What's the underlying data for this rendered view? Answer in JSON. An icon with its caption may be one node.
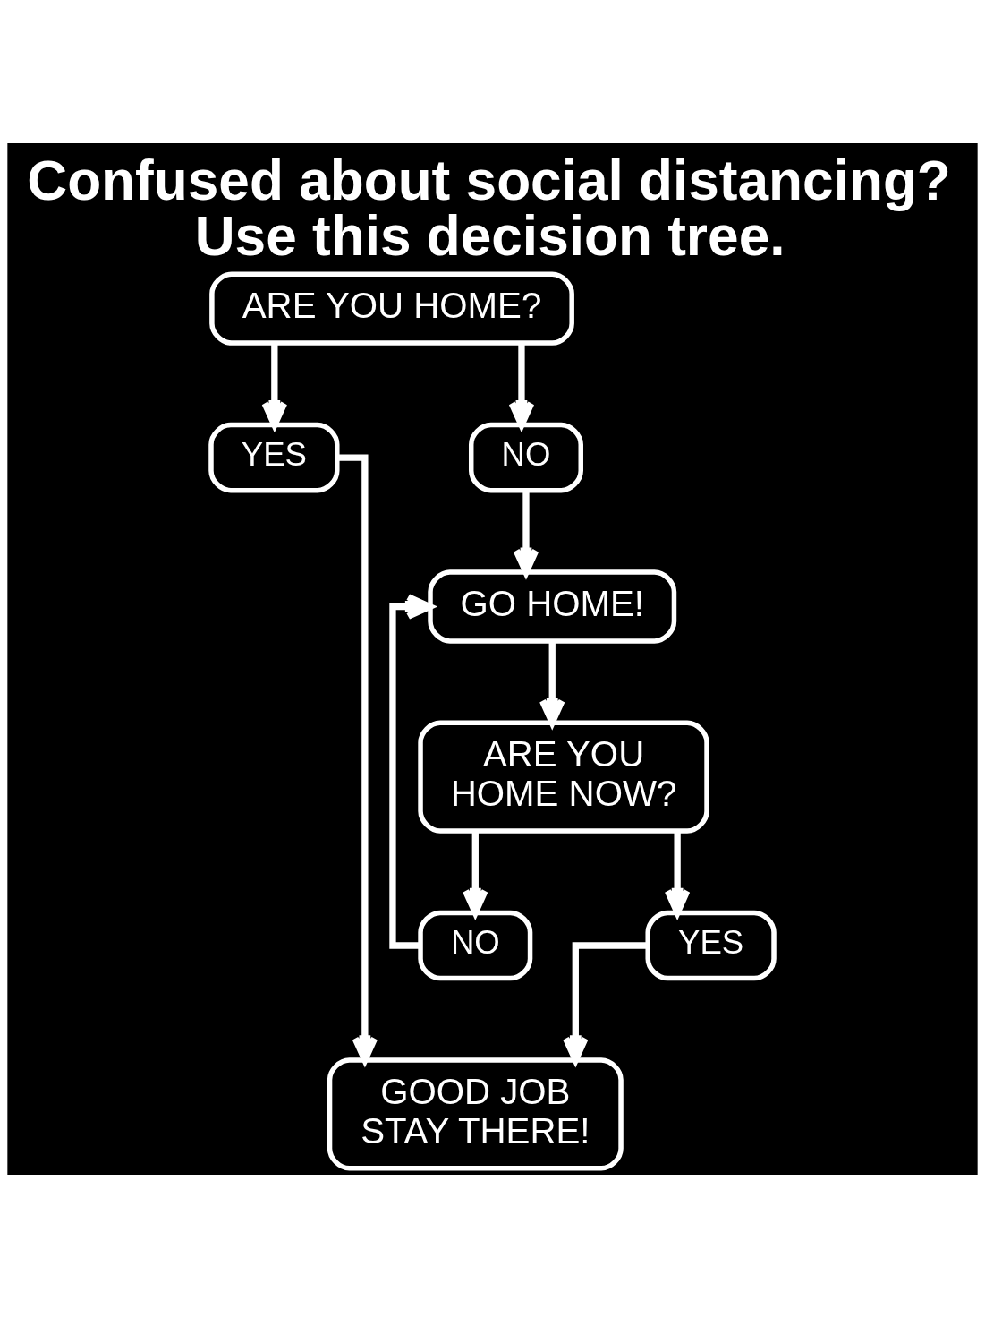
{
  "diagram": {
    "title": "Confused about social distancing? Use this decision tree.",
    "nodes": [
      {
        "text": [
          "ARE YOU HOME?"
        ]
      },
      {
        "text": [
          "YES"
        ]
      },
      {
        "text": [
          "NO"
        ]
      },
      {
        "text": [
          "GO HOME!"
        ]
      },
      {
        "text": [
          "ARE YOU HOME NOW?"
        ]
      },
      {
        "text": [
          "NO"
        ]
      },
      {
        "text": [
          "YES"
        ]
      },
      {
        "text": [
          "GOOD JOB STAY THERE!"
        ]
      }
    ],
    "edges": [
      {
        "from": 0,
        "to": 1,
        "arrow": "to"
      },
      {
        "from": 0,
        "to": 2,
        "arrow": "to"
      },
      {
        "from": 1,
        "to": 7,
        "arrow": "to"
      },
      {
        "from": 2,
        "to": 3,
        "arrow": "to"
      },
      {
        "from": 3,
        "to": 4,
        "arrow": "to"
      },
      {
        "from": 4,
        "to": 5,
        "arrow": "to"
      },
      {
        "from": 4,
        "to": 6,
        "arrow": "to"
      },
      {
        "from": 5,
        "to": 3,
        "arrow": "to"
      },
      {
        "from": 6,
        "to": 7,
        "arrow": "to"
      }
    ]
  }
}
